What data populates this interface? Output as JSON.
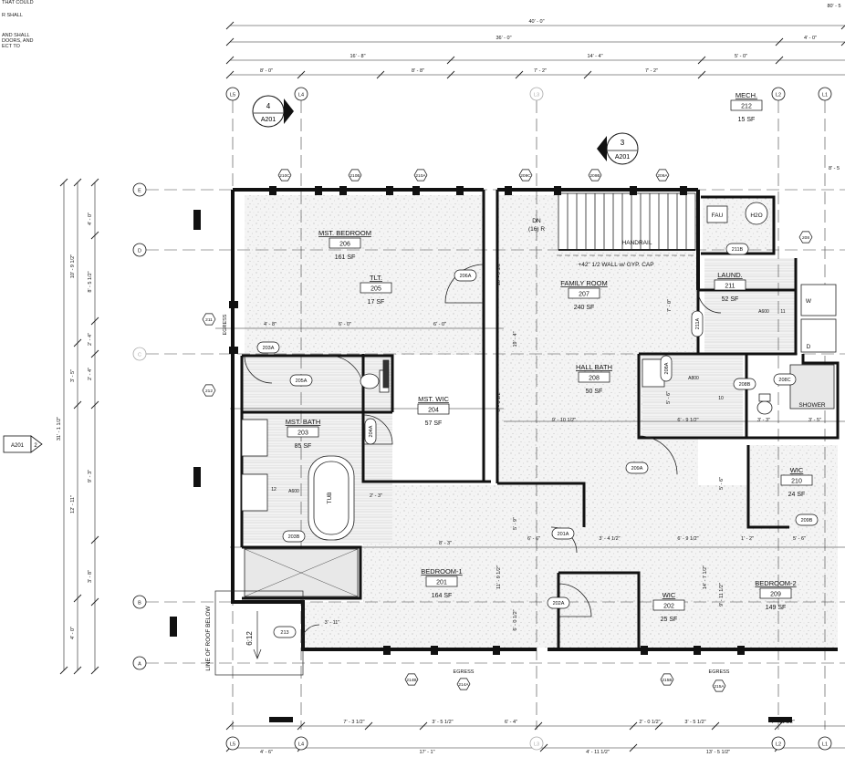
{
  "notes": [
    "THAT COULD",
    "R SHALL",
    "AND SHALL\nDOORS, AND\nECT TO"
  ],
  "top_dims": {
    "row1": [
      "40' - 0\"",
      "80' - 5"
    ],
    "row2": [
      "36' - 0\"",
      "4' - 0\""
    ],
    "row3": [
      "16' - 8\"",
      "14' - 4\"",
      "5' - 0\""
    ],
    "row4": [
      "8' - 0\"",
      "8' - 8\"",
      "7' - 2\"",
      "7' - 2\""
    ]
  },
  "bottom_dims": {
    "row1": [
      "7' - 3 1/2\"",
      "3' - 5 1/2\"",
      "6' - 4\"",
      "2' - 0 1/2\"",
      "3' - 5 1/2\"",
      "7' - 11 1/2\""
    ],
    "row2": [
      "4' - 6\"",
      "17' - 1\"",
      "4' - 11 1/2\"",
      "13' - 5 1/2\""
    ]
  },
  "left_dims": {
    "outer": [
      "31' - 1 1/2\""
    ],
    "mid": [
      "10' - 9 1/2\"",
      "3' - 5\"",
      "12' - 11\"",
      "4' - 0\""
    ],
    "inner": [
      "4' - 0\"",
      "8' - 5 1/2\"",
      "2' - 4\"",
      "2' - 4\"",
      "9' - 3\"",
      "3' - 8\""
    ]
  },
  "grid_top": [
    "L5",
    "L4",
    "L3",
    "L2",
    "L1"
  ],
  "grid_bottom": [
    "L5",
    "L4",
    "L3",
    "L2",
    "L1"
  ],
  "grid_left": [
    "E",
    "D",
    "C",
    "B",
    "A"
  ],
  "section_marks": [
    {
      "num": "4",
      "sheet": "A201"
    },
    {
      "num": "3",
      "sheet": "A201"
    }
  ],
  "elev_mark": {
    "sheet": "A201",
    "num": "2"
  },
  "rooms": [
    {
      "name": "MST. BEDROOM",
      "num": "206",
      "area": "161 SF"
    },
    {
      "name": "TLT.",
      "num": "205",
      "area": "17 SF"
    },
    {
      "name": "MST. WIC",
      "num": "204",
      "area": "57 SF"
    },
    {
      "name": "MST. BATH",
      "num": "203",
      "area": "85 SF"
    },
    {
      "name": "FAMILY ROOM",
      "num": "207",
      "area": "240 SF"
    },
    {
      "name": "HALL BATH",
      "num": "208",
      "area": "50 SF"
    },
    {
      "name": "MECH.",
      "num": "212",
      "area": "15 SF"
    },
    {
      "name": "LAUND.",
      "num": "211",
      "area": "52 SF"
    },
    {
      "name": "WIC",
      "num": "210",
      "area": "24 SF"
    },
    {
      "name": "BEDROOM-1",
      "num": "201",
      "area": "164 SF"
    },
    {
      "name": "WIC",
      "num": "202",
      "area": "25 SF"
    },
    {
      "name": "BEDROOM-2",
      "num": "209",
      "area": "149 SF"
    }
  ],
  "door_tags": [
    "206A",
    "205A",
    "203A",
    "204A",
    "203B",
    "201A",
    "202A",
    "208A",
    "208B",
    "208C",
    "209A",
    "209B",
    "211A",
    "211B",
    "213"
  ],
  "window_tags": [
    "210C",
    "210B",
    "210A",
    "209C",
    "209B",
    "209A",
    "214B",
    "214A",
    "215B",
    "215A",
    "211",
    "212",
    "208"
  ],
  "labels": {
    "stair_dn": "DN",
    "stair_risers": "(16) R",
    "handrail": "HANDRAIL",
    "half_wall": "+42\" 1/2 WALL w/ GYP. CAP",
    "fau": "FAU",
    "h2o": "H2O",
    "washer": "W",
    "dryer": "D",
    "tub": "TUB",
    "shower": "SHOWER",
    "egress_west": "EGRESS",
    "egress_s1": "EGRESS",
    "egress_s2": "EGRESS",
    "roof_below": "LINE OF ROOF BELOW",
    "slope": "6:12",
    "a600_1": "A600",
    "a600_2": "A600",
    "a800": "A800",
    "cab_11": "11",
    "cab_12": "12",
    "cab_10": "10"
  },
  "interior_dims": [
    "4' - 8\"",
    "6' - 0\"",
    "6' - 0\"",
    "19' - 4\"",
    "10' - 9 1/2\"",
    "8' - 6 1/2\"",
    "9' - 10 1/2\"",
    "7' - 0\"",
    "5' - 6\"",
    "6' - 9 1/2\"",
    "3' - 3\"",
    "3' - 5\"",
    "2' - 3\"",
    "8' - 3\"",
    "6' - 6\"",
    "3' - 4 1/2\"",
    "6' - 9 1/2\"",
    "1' - 2\"",
    "5' - 6\"",
    "5' - 6\"",
    "5' - 9\"",
    "11' - 9 1/2\"",
    "6' - 0 1/2\"",
    "14' - 7 1/2\"",
    "9' - 11 1/2\"",
    "3' - 11\"",
    "8' - 5"
  ]
}
